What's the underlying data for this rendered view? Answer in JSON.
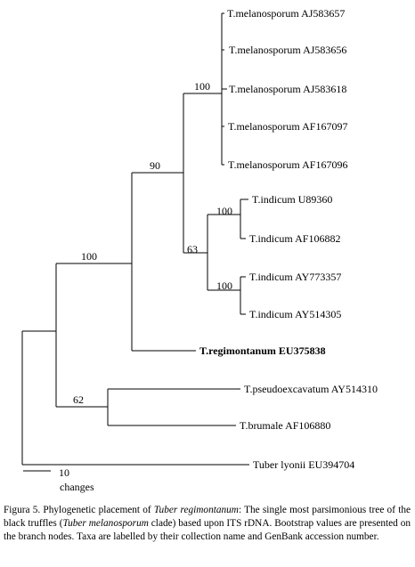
{
  "tree": {
    "taxa": {
      "mel_657": "T.melanosporum AJ583657",
      "mel_656": "T.melanosporum AJ583656",
      "mel_618": "T.melanosporum AJ583618",
      "mel_097": "T.melanosporum AF167097",
      "mel_096": "T.melanosporum AF167096",
      "ind_360": "T.indicum U89360",
      "ind_882": "T.indicum AF106882",
      "ind_357": "T.indicum AY773357",
      "ind_305": "T.indicum AY514305",
      "regimontanum": "T.regimontanum EU375838",
      "pseudoexcavatum": "T.pseudoexcavatum AY514310",
      "brumale": "T.brumale AF106880",
      "lyonii": "Tuber lyonii EU394704"
    },
    "supports": {
      "melanosporum_clade": "100",
      "melanosporum_indicum": "90",
      "indicum_clade": "63",
      "indicum_a": "100",
      "indicum_b": "100",
      "ingroup": "100",
      "brumale_group": "62"
    },
    "scale_bar": {
      "value": "10",
      "unit": "changes"
    }
  },
  "caption": {
    "label": "Figura 5. Phylogenetic placement of ",
    "species": "Tuber regimontanum",
    "text1": ": The single most parsimonious tree of the black truffles (",
    "clade": "Tuber melanosporum",
    "text2": " clade) based upon ITS rDNA. Bootstrap values are presented on the branch nodes. Taxa are labelled by their collection name and GenBank accession number."
  }
}
